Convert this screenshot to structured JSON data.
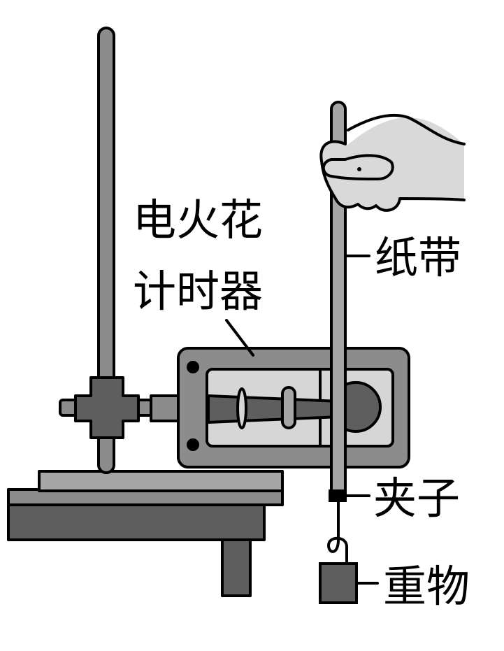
{
  "labels": {
    "timer_line1": "电火花",
    "timer_line2": "计时器",
    "paper_tape": "纸带",
    "clip": "夹子",
    "weight": "重物"
  },
  "colors": {
    "outline": "#000000",
    "metal": "#8c8c8c",
    "light_gray": "#d6d6d6",
    "mid_gray": "#a6a6a6",
    "dark_gray": "#5e5e5e",
    "skin": "#d9d9d9"
  }
}
